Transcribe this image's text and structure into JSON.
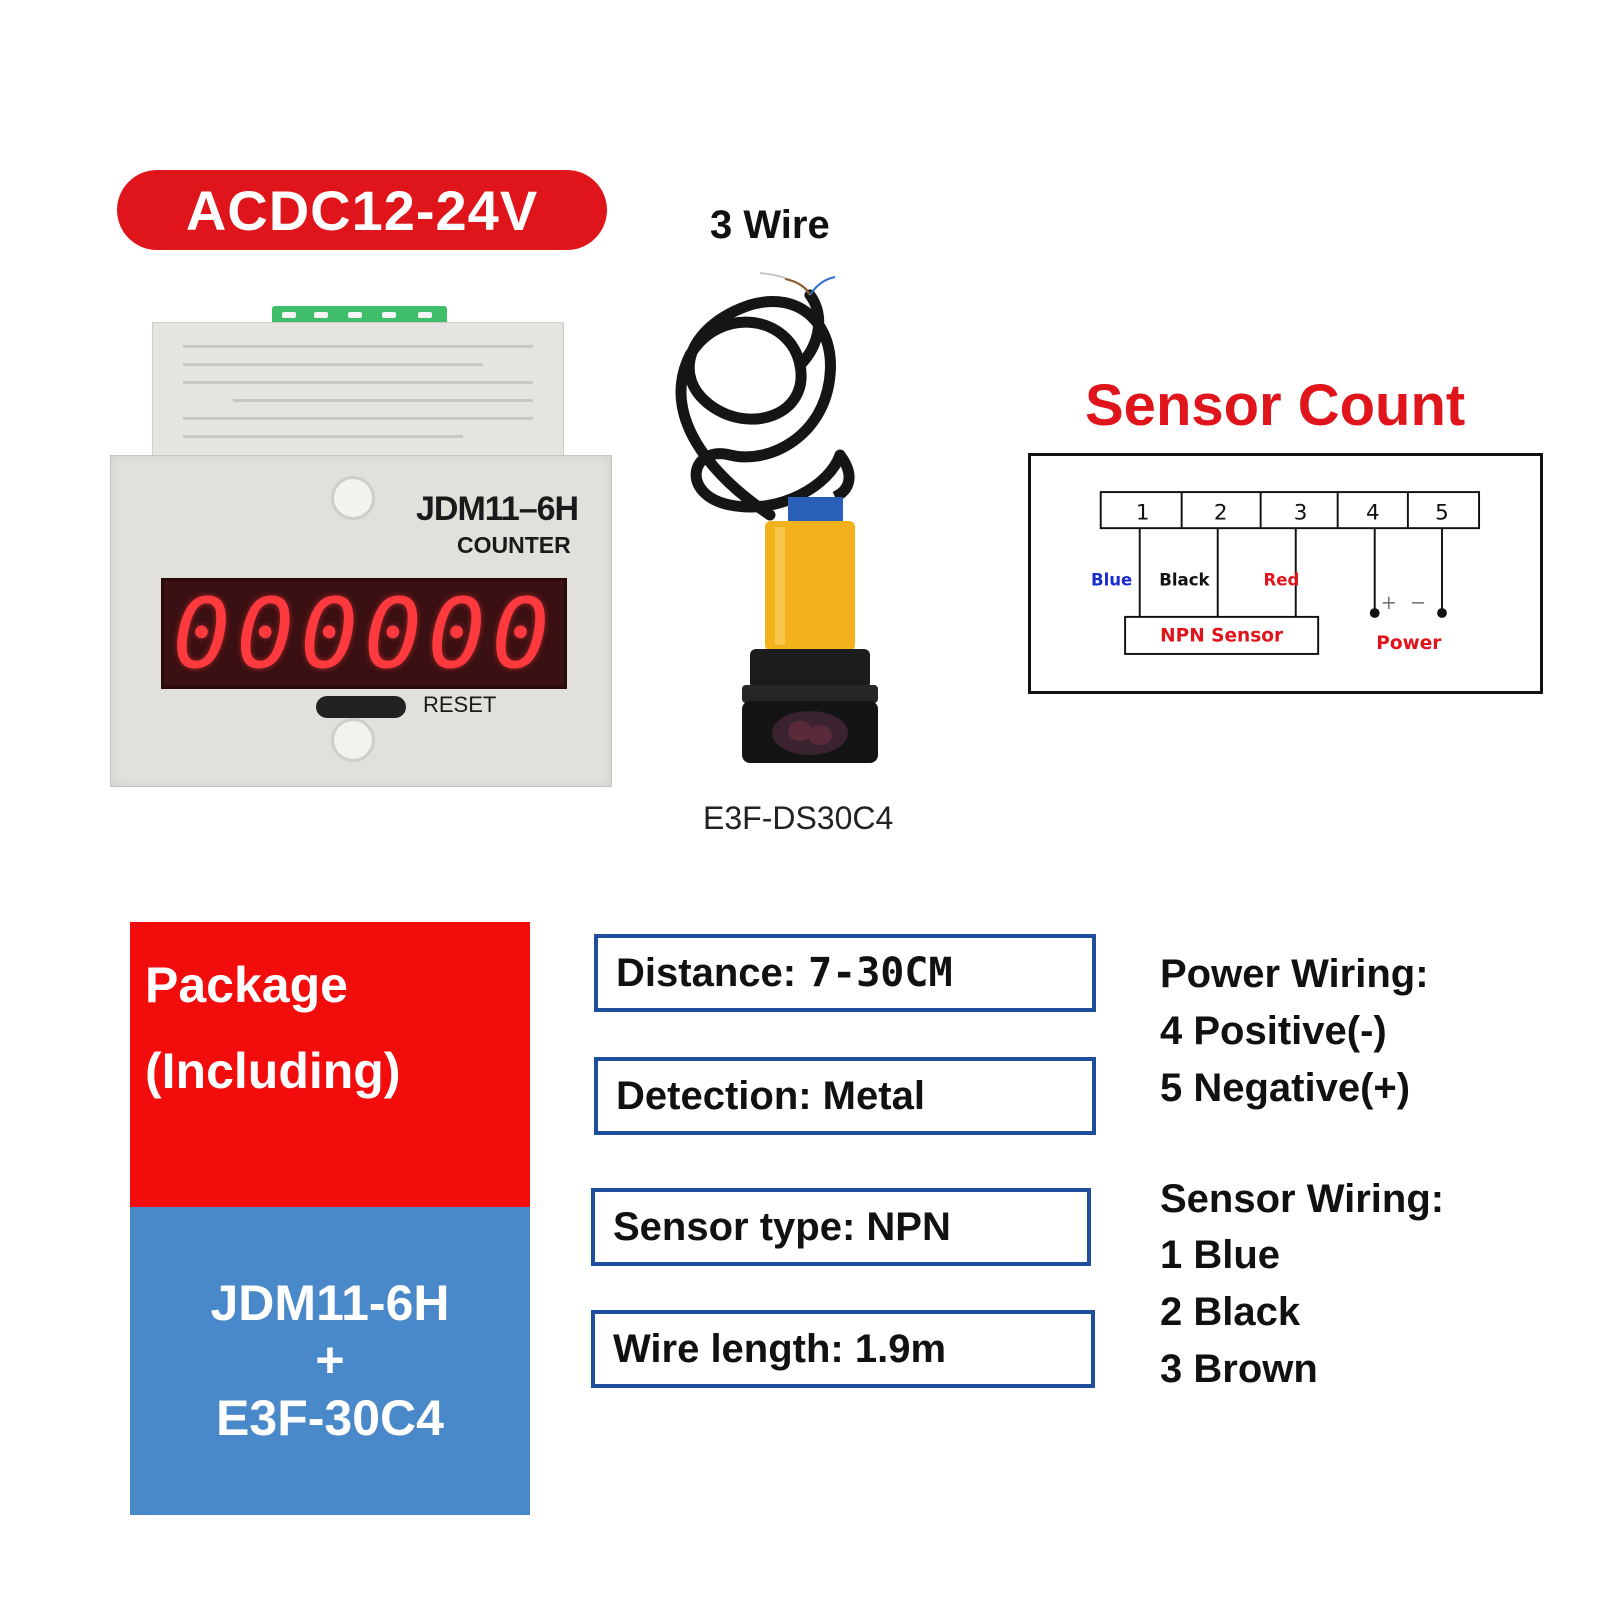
{
  "voltage_badge": "ACDC12-24V",
  "counter": {
    "model": "JDM11–6H",
    "label": "COUNTER",
    "digits": "000000",
    "reset_label": "RESET"
  },
  "sensor": {
    "wire_title": "3 Wire",
    "model": "E3F-DS30C4"
  },
  "diagram": {
    "title": "Sensor Count",
    "terminals": [
      "1",
      "2",
      "3",
      "4",
      "5"
    ],
    "wire_labels": {
      "blue": "Blue",
      "black": "Black",
      "red": "Red"
    },
    "npn_label": "NPN Sensor",
    "power_label": "Power",
    "plus": "+",
    "minus": "−"
  },
  "package": {
    "title": "Package",
    "subtitle": "(Including)",
    "line1": "JDM11-6H",
    "line2": "+",
    "line3": "E3F-30C4"
  },
  "specs": {
    "distance_label": "Distance:",
    "distance_value": "7-30CM",
    "detection": "Detection: Metal",
    "sensor_type": "Sensor type: NPN",
    "wire_length": "Wire length: 1.9m"
  },
  "power_wiring": {
    "title": "Power Wiring:",
    "line1": "4 Positive(-)",
    "line2": "5 Negative(+)"
  },
  "sensor_wiring": {
    "title": "Sensor Wiring:",
    "line1": "1 Blue",
    "line2": "2 Black",
    "line3": "3 Brown"
  },
  "colors": {
    "accent_red": "#e0141b",
    "package_red": "#f20c0c",
    "package_blue": "#4a89c9",
    "spec_border": "#1f4f9c",
    "led_red": "#ff3a3f"
  }
}
